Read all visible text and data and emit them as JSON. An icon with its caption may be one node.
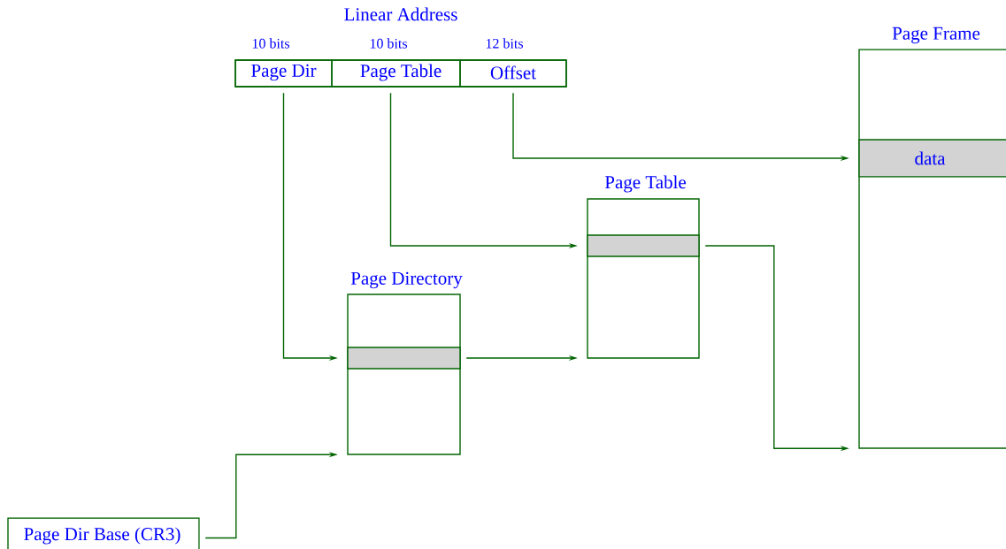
{
  "diagram": {
    "nodes": [
      {
        "text": [
          "Linear Address"
        ]
      },
      {
        "text": [
          "10 bits",
          "Page Dir"
        ],
        "in": 0
      },
      {
        "text": [
          "10 bits",
          "Page Table"
        ],
        "in": 0
      },
      {
        "text": [
          "12 bits",
          "Offset"
        ],
        "in": 0
      },
      {
        "text": [
          "Page Frame"
        ]
      },
      {
        "text": [
          "data"
        ],
        "in": 4
      },
      {
        "text": [
          "Page Table"
        ]
      },
      {
        "text": [],
        "shape": "bar",
        "in": 6
      },
      {
        "text": [
          "Page Directory"
        ]
      },
      {
        "text": [],
        "shape": "bar",
        "in": 8
      },
      {
        "text": [
          "Page Dir Base (CR3)"
        ]
      }
    ],
    "edges": [
      {
        "from": 1,
        "to": 9,
        "arrow": "to"
      },
      {
        "from": 2,
        "to": 7,
        "arrow": "to"
      },
      {
        "from": 3,
        "to": 5,
        "arrow": "to"
      },
      {
        "from": 9,
        "to": 6,
        "arrow": "to"
      },
      {
        "from": 7,
        "to": 4,
        "arrow": "to"
      },
      {
        "from": 10,
        "to": 8,
        "arrow": "to"
      }
    ]
  }
}
